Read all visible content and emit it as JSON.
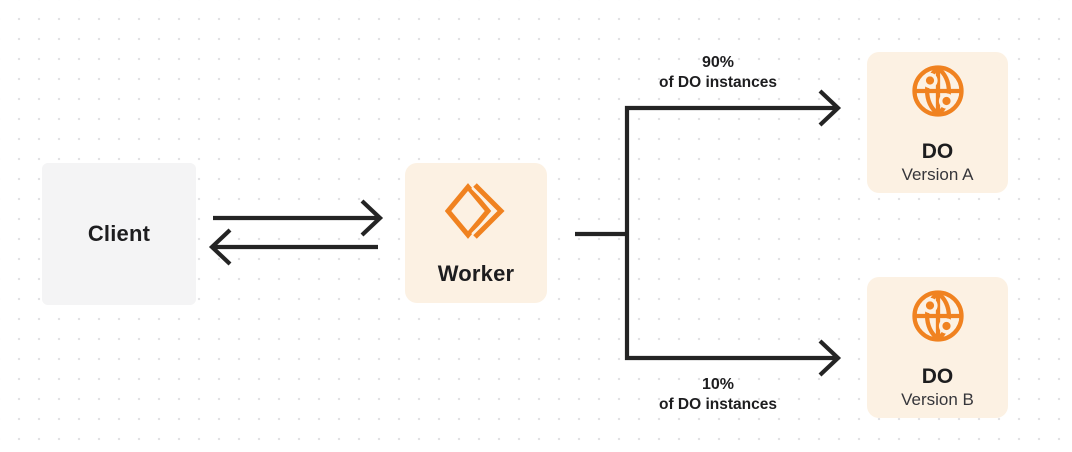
{
  "colors": {
    "background": "#ffffff",
    "dot_grid": "#e2e2e4",
    "line": "#242424",
    "text_primary": "#1d1d1f",
    "text_secondary": "#36363b",
    "accent_orange": "#f08220",
    "node_cream_bg": "#fcf1e3",
    "client_bg": "#f4f4f5"
  },
  "nodes": {
    "client": {
      "label": "Client"
    },
    "worker": {
      "label": "Worker",
      "icon": "workers-icon"
    },
    "do_version_a": {
      "title": "DO",
      "subtitle": "Version A",
      "icon": "globe-icon"
    },
    "do_version_b": {
      "title": "DO",
      "subtitle": "Version B",
      "icon": "globe-icon"
    }
  },
  "branch_labels": {
    "top": {
      "percent": "90%",
      "caption": "of DO instances"
    },
    "bottom": {
      "percent": "10%",
      "caption": "of DO instances"
    }
  }
}
